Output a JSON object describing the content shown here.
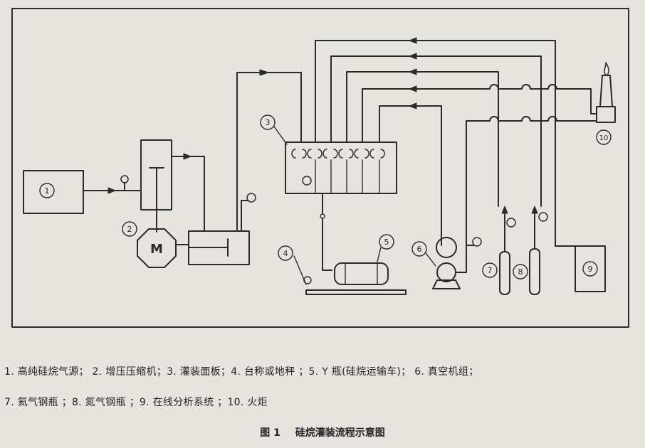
{
  "diagram": {
    "callouts": [
      "1",
      "2",
      "3",
      "4",
      "5",
      "6",
      "7",
      "8",
      "9",
      "10"
    ],
    "motor_label": "M"
  },
  "legend": {
    "line1": "1. 高纯硅烷气源；  2. 增压压缩机；3. 灌装面板；4. 台称或地秤 ；5. Y 瓶(硅烷运输车)；  6. 真空机组；",
    "line2": "7. 氦气钢瓶 ；8. 氮气钢瓶 ；9. 在线分析系统 ；10. 火炬"
  },
  "caption": {
    "number": "图 1",
    "title": "硅烷灌装流程示意图"
  },
  "colors": {
    "paper": "#e6e4df",
    "ink": "#2a2a2a"
  }
}
